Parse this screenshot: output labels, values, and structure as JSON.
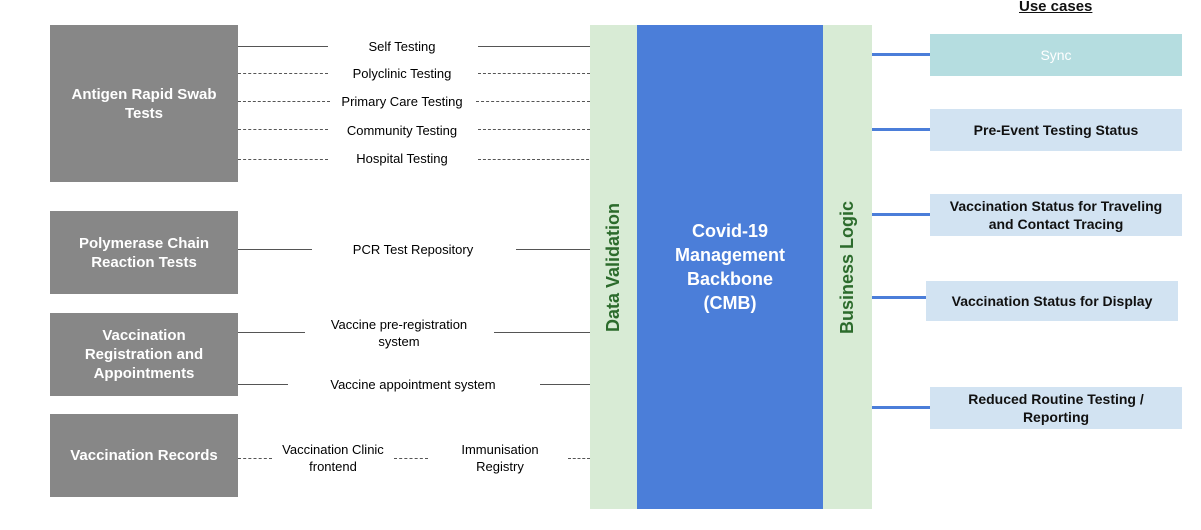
{
  "header": {
    "use_cases_title": "Use cases"
  },
  "sources": [
    "Antigen Rapid Swab Tests",
    "Polymerase Chain Reaction Tests",
    "Vaccination Registration and Appointments",
    "Vaccination Records"
  ],
  "channels": {
    "self_testing": "Self Testing",
    "polyclinic_testing": "Polyclinic Testing",
    "primary_care_testing": "Primary Care Testing",
    "community_testing": "Community Testing",
    "hospital_testing": "Hospital Testing",
    "pcr_repository": "PCR Test Repository",
    "vaccine_prereg": "Vaccine pre-registration system",
    "vaccine_appointment": "Vaccine appointment system",
    "vaccination_clinic": "Vaccination Clinic frontend",
    "immunisation_registry": "Immunisation Registry"
  },
  "layers": {
    "data_validation": "Data Validation",
    "cmb": "Covid-19 Management Backbone (CMB)",
    "business_logic": "Business Logic"
  },
  "use_cases": [
    "Sync",
    "Pre-Event Testing Status",
    "Vaccination Status for Traveling and Contact Tracing",
    "Vaccination Status for Display",
    "Reduced Routine Testing / Reporting"
  ],
  "colors": {
    "source_box": "#878787",
    "channel_band": "#d8ebd5",
    "band_text": "#2c6b2c",
    "cmb": "#4b7ed9",
    "use_case_box": "#d2e3f2",
    "sync_box": "#b5dde0"
  }
}
